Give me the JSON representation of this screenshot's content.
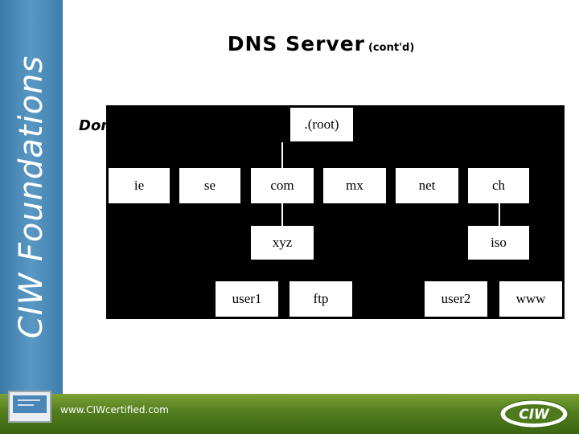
{
  "sidebar": {
    "brand": "CIW Foundations"
  },
  "slide": {
    "title": "DNS Server",
    "subtitle": "(cont'd)",
    "bullet": "Dom"
  },
  "tree": {
    "root": ".(root)",
    "tld": [
      "ie",
      "se",
      "com",
      "mx",
      "net",
      "ch"
    ],
    "second": [
      "xyz",
      "iso"
    ],
    "third": [
      "user1",
      "ftp",
      "user2",
      "www"
    ]
  },
  "footer": {
    "url": "www.CIWcertified.com",
    "logo": "CIW"
  },
  "colors": {
    "sidebar": "#4a8abb",
    "footer": "#5f8a25",
    "diagram_bg": "#000000"
  }
}
